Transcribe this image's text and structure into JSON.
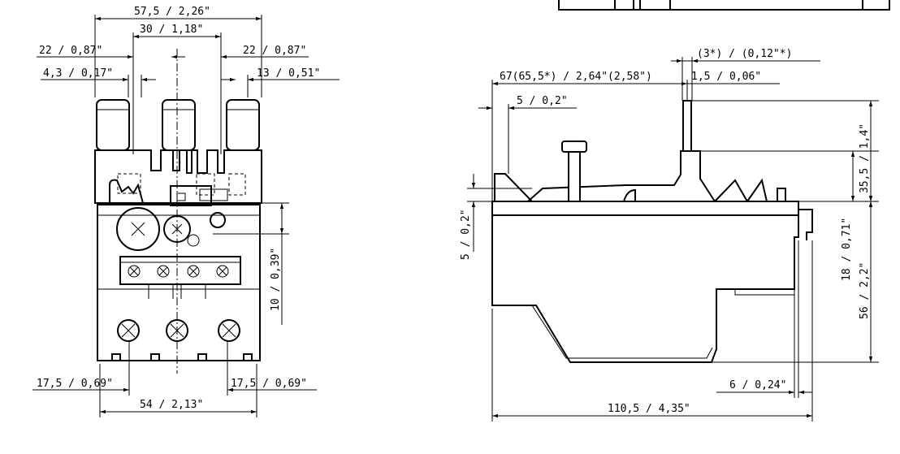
{
  "front_view": {
    "dims": {
      "overall_width": "57,5 / 2,26\"",
      "terminal_pitch": "30 / 1,18\"",
      "left_terminal": "22 / 0,87\"",
      "right_terminal": "22 / 0,87\"",
      "left_offset": "4,3 / 0,17\"",
      "right_offset": "13 / 0,51\"",
      "dial_height": "10 / 0,39\"",
      "bottom_left": "17,5 / 0,69\"",
      "bottom_right": "17,5 / 0,69\"",
      "bottom_width": "54 / 2,13\""
    }
  },
  "side_view": {
    "dims": {
      "depth": "67(65,5*) / 2,64\"(2,58\")",
      "pin_width": "(3*) / (0,12\"*)",
      "pin_offset": "1,5 / 0,06\"",
      "front_step": "5 / 0,2\"",
      "top_height": "35,5 / 1,4\"",
      "left_step": "5 / 0,2\"",
      "middle_height": "18 / 0,71\"",
      "body_height": "56 / 2,2\"",
      "base_offset": "6 / 0,24\"",
      "total_depth": "110,5 / 4,35\""
    }
  }
}
